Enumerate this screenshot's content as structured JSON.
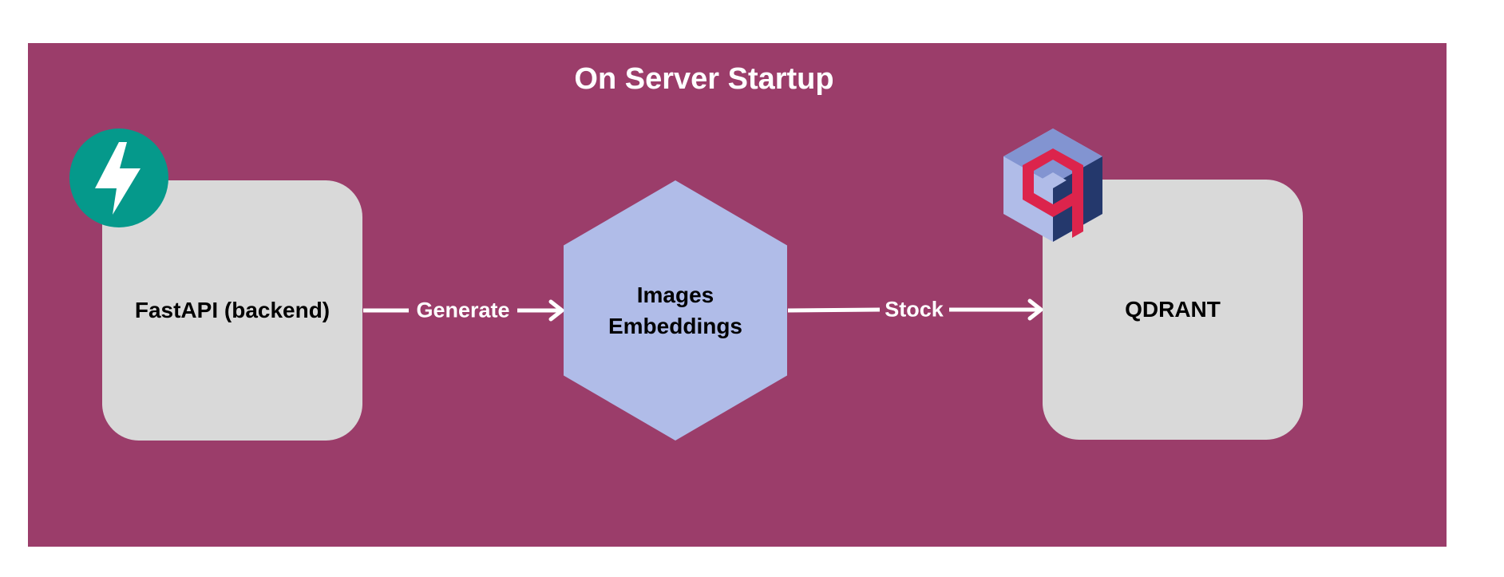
{
  "colors": {
    "background": "#9b3d6a",
    "card": "#d9d9d9",
    "hexagon": "#b0bce8",
    "text_light": "#ffffff",
    "text_dark": "#000000",
    "fastapi_teal": "#05998b",
    "qdrant_pink": "#dc244c",
    "qdrant_blue": "#8294d1",
    "qdrant_navy": "#24386c"
  },
  "diagram": {
    "title": "On Server Startup",
    "nodes": {
      "fastapi": {
        "label": "FastAPI (backend)",
        "icon": "fastapi-logo-icon"
      },
      "embeddings": {
        "label_line1": "Images",
        "label_line2": "Embeddings"
      },
      "qdrant": {
        "label": "QDRANT",
        "icon": "qdrant-logo-icon"
      }
    },
    "edges": [
      {
        "from": "fastapi",
        "to": "embeddings",
        "label": "Generate"
      },
      {
        "from": "embeddings",
        "to": "qdrant",
        "label": "Stock"
      }
    ]
  }
}
